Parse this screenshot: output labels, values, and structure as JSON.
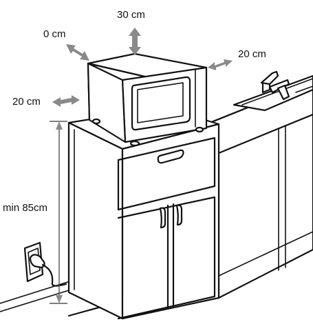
{
  "labels": {
    "top": "30 cm",
    "back": "0 cm",
    "right": "20 cm",
    "left": "20 cm",
    "height": "min 85cm"
  },
  "colors": {
    "arrow": "#8a8a8a",
    "line": "#111111",
    "background": "#ffffff"
  }
}
